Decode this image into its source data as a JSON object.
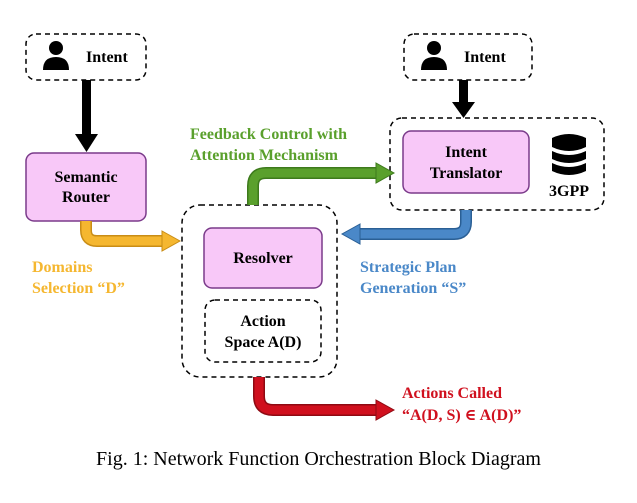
{
  "diagram": {
    "intent_left": "Intent",
    "intent_right": "Intent",
    "semantic_router": [
      "Semantic",
      "Router"
    ],
    "intent_translator": [
      "Intent",
      "Translator"
    ],
    "database_label": "3GPP",
    "resolver": "Resolver",
    "action_space": [
      "Action",
      "Space A(D)"
    ],
    "feedback_label": [
      "Feedback Control with",
      "Attention Mechanism"
    ],
    "domains_label": [
      "Domains",
      "Selection “D”"
    ],
    "strategic_label": [
      "Strategic Plan",
      "Generation “S”"
    ],
    "actions_label": [
      "Actions Called",
      "“A(D, S) ∈ A(D)”"
    ]
  },
  "colors": {
    "box_fill": "#f8c8f8",
    "box_stroke": "#7a3a8a",
    "feedback": "#5aa02c",
    "domains": "#f5b730",
    "strategic": "#4a88c8",
    "actions": "#d0101e"
  },
  "caption": "Fig. 1: Network Function Orchestration Block Diagram"
}
